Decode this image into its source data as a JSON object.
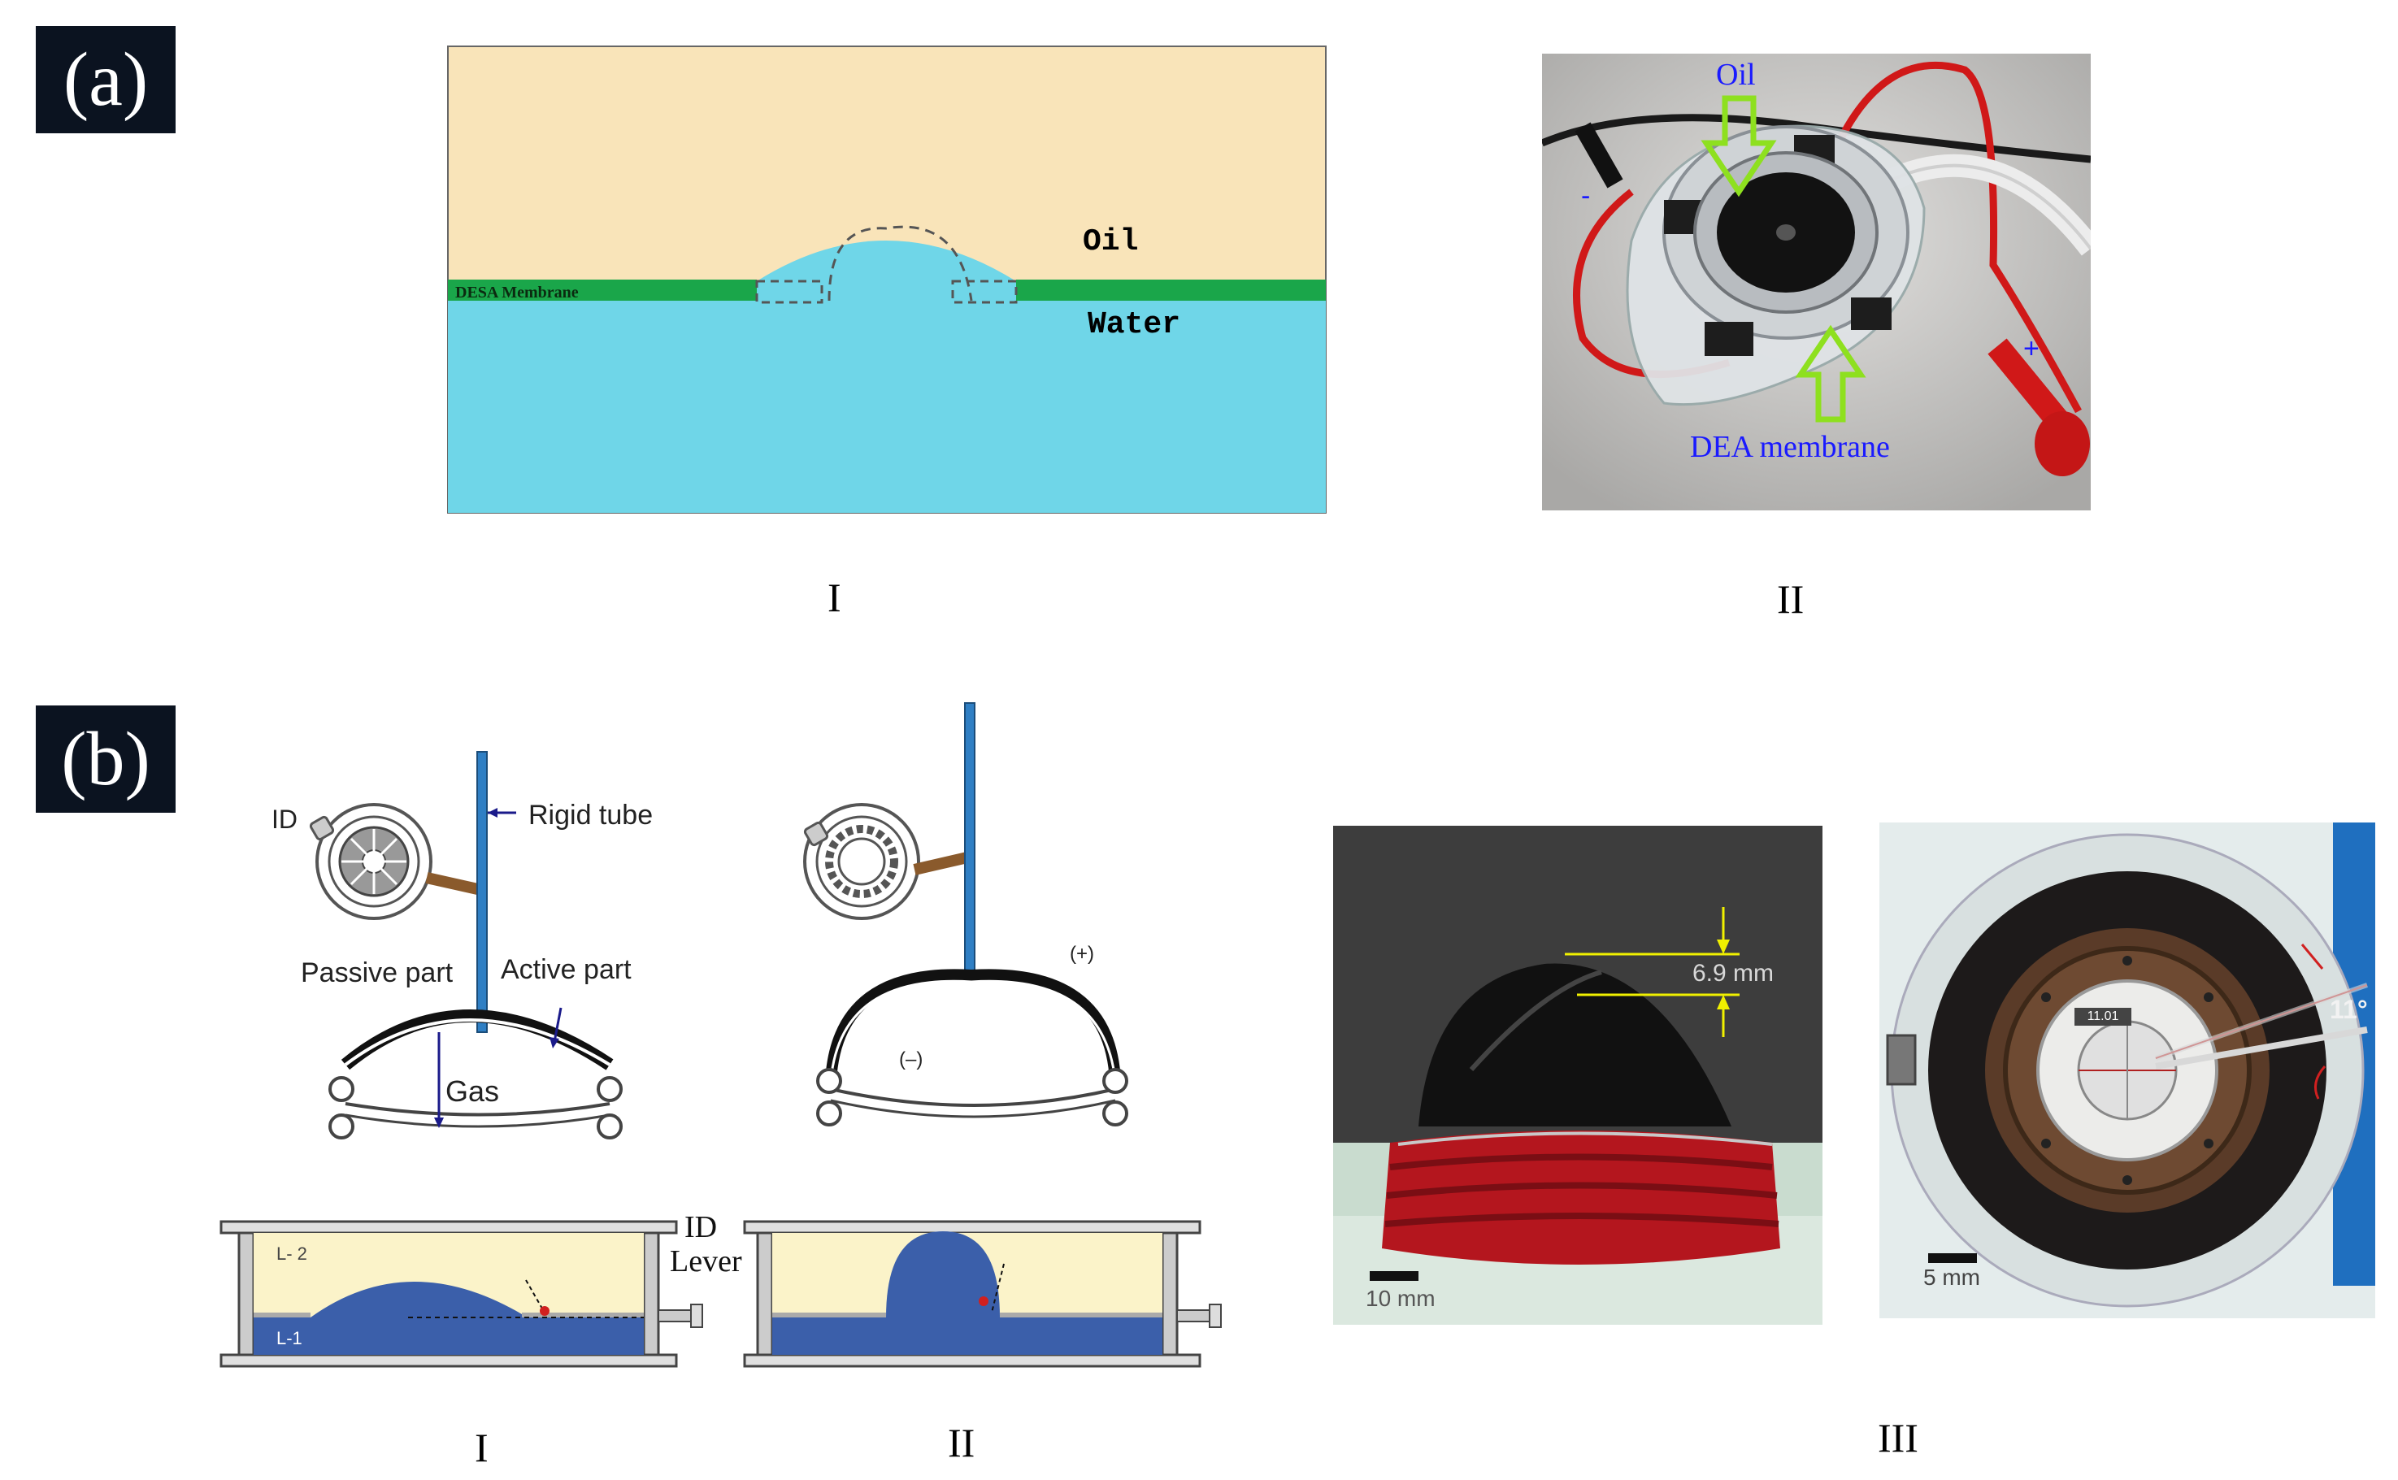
{
  "panels": {
    "a": {
      "tag": "(a)",
      "sub_I": "I",
      "sub_II": "II",
      "diagram": {
        "membrane_label": "DESA Membrane",
        "oil_label": "Oil",
        "water_label": "Water"
      },
      "photo": {
        "oil_label": "Oil",
        "membrane_label": "DEA membrane",
        "minus": "-",
        "plus": "+"
      }
    },
    "b": {
      "tag": "(b)",
      "sub_I": "I",
      "sub_II": "II",
      "sub_III": "III",
      "diagram_I": {
        "id_label": "ID",
        "rigid_tube": "Rigid tube",
        "passive_part": "Passive part",
        "active_part": "Active part",
        "gas": "Gas"
      },
      "diagram_II": {
        "plus": "(+)",
        "minus": "(–)"
      },
      "tank": {
        "id_label": "ID",
        "lever_label": "Lever",
        "l2": "L- 2",
        "l1": "L-1"
      },
      "photo_left": {
        "measure": "6.9 mm",
        "scale": "10 mm"
      },
      "photo_right": {
        "angle": "11°",
        "scale": "5 mm",
        "dial_text": "11.01"
      }
    }
  },
  "colors": {
    "oil": "#f9e4b9",
    "water": "#6fd6e8",
    "membrane": "#1aa64a",
    "tag_bg": "#0b1320",
    "tube_blue": "#2f7fc4",
    "liquid_dark": "#3b5faa",
    "liquid_light": "#fbf3c9",
    "arrow_green": "#8ee01f",
    "label_blue": "#1a1aff"
  }
}
